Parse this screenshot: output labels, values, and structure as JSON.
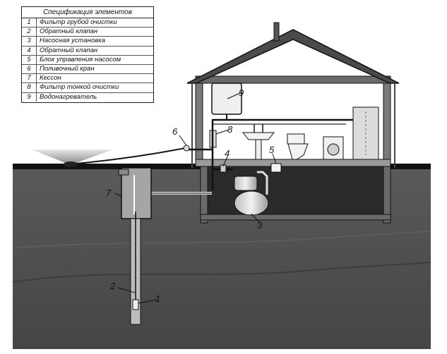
{
  "spec": {
    "title": "Спецификация элементов",
    "rows": [
      {
        "num": "1",
        "name": "Фильтр грубой очистки"
      },
      {
        "num": "2",
        "name": "Обратный клапан"
      },
      {
        "num": "3",
        "name": "Насосная установка"
      },
      {
        "num": "4",
        "name": "Обратный клапан"
      },
      {
        "num": "5",
        "name": "Блок управления насосом"
      },
      {
        "num": "6",
        "name": "Поливочный кран"
      },
      {
        "num": "7",
        "name": "Кессон"
      },
      {
        "num": "8",
        "name": "Фильтр тонкой очистки"
      },
      {
        "num": "9",
        "name": "Водонагреватель"
      }
    ]
  },
  "callouts": {
    "c1": "1",
    "c2": "2",
    "c3": "3",
    "c4": "4",
    "c5": "5",
    "c6": "6",
    "c7": "7",
    "c8": "8",
    "c9": "9"
  },
  "colors": {
    "soil": "#555555",
    "basement": "#2a2a2a",
    "wall": "#6a6a6a",
    "roof": "#4a4a4a"
  }
}
